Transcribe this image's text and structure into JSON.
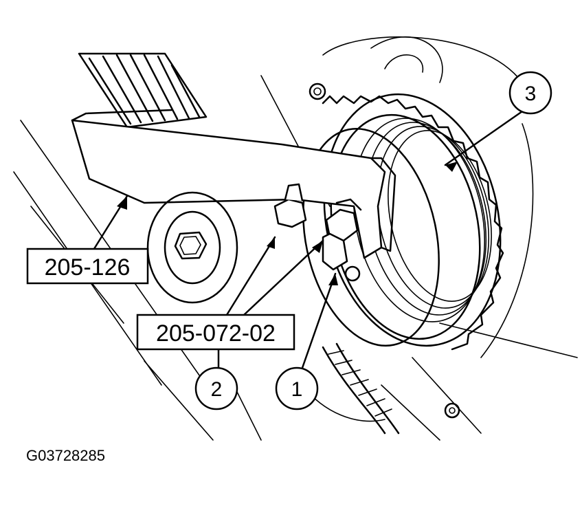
{
  "callouts": {
    "tool_main": "205-126",
    "tool_adapter": "205-072-02",
    "item_1": "1",
    "item_2": "2",
    "item_3": "3"
  },
  "figure_id": "G03728285",
  "colors": {
    "ink": "#000000",
    "paper": "#ffffff"
  }
}
